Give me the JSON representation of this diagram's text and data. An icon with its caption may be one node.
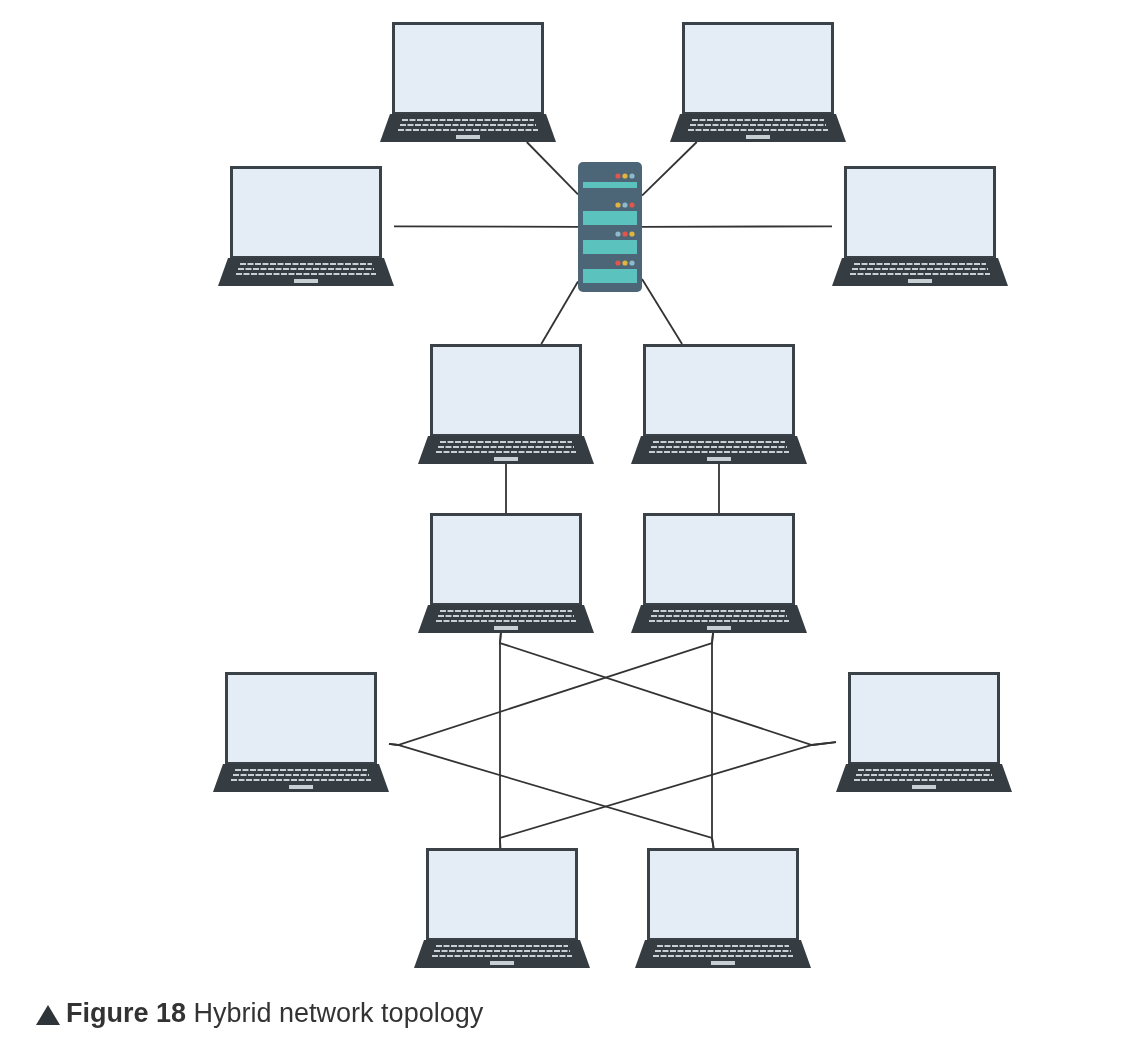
{
  "diagram": {
    "caption": "**Figure 18** Hybrid network topology",
    "nodes": [
      {
        "text": [],
        "shape": "laptop"
      },
      {
        "text": [],
        "shape": "laptop"
      },
      {
        "text": [],
        "shape": "laptop"
      },
      {
        "text": [],
        "shape": "server"
      },
      {
        "text": [],
        "shape": "laptop"
      },
      {
        "text": [],
        "shape": "laptop"
      },
      {
        "text": [],
        "shape": "laptop"
      },
      {
        "text": [],
        "shape": "laptop"
      },
      {
        "text": [],
        "shape": "laptop"
      },
      {
        "text": [],
        "shape": "laptop"
      },
      {
        "text": [],
        "shape": "laptop"
      },
      {
        "text": [],
        "shape": "laptop"
      },
      {
        "text": [],
        "shape": "laptop"
      }
    ],
    "edges": [
      {
        "from": 0,
        "to": 3,
        "arrow": "none"
      },
      {
        "from": 1,
        "to": 3,
        "arrow": "none"
      },
      {
        "from": 2,
        "to": 3,
        "arrow": "none"
      },
      {
        "from": 3,
        "to": 4,
        "arrow": "none"
      },
      {
        "from": 3,
        "to": 5,
        "arrow": "none"
      },
      {
        "from": 3,
        "to": 6,
        "arrow": "none"
      },
      {
        "from": 5,
        "to": 7,
        "arrow": "none"
      },
      {
        "from": 6,
        "to": 8,
        "arrow": "none"
      },
      {
        "from": 7,
        "to": 10,
        "arrow": "none"
      },
      {
        "from": 7,
        "to": 11,
        "arrow": "none"
      },
      {
        "from": 8,
        "to": 9,
        "arrow": "none"
      },
      {
        "from": 8,
        "to": 12,
        "arrow": "none"
      },
      {
        "from": 9,
        "to": 12,
        "arrow": "none"
      },
      {
        "from": 10,
        "to": 11,
        "arrow": "none"
      }
    ]
  }
}
